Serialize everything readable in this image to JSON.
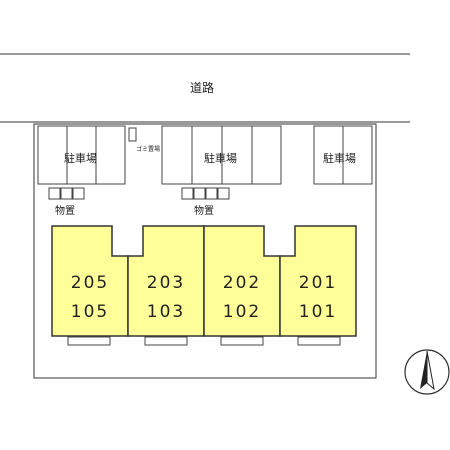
{
  "road": {
    "label": "道路"
  },
  "parking": [
    {
      "label": "駐車場"
    },
    {
      "label": "駐車場"
    },
    {
      "label": "駐車場"
    }
  ],
  "garbage": {
    "label": "ゴミ置場"
  },
  "storage": [
    {
      "label": "物置"
    },
    {
      "label": "物置"
    }
  ],
  "units": [
    {
      "upper": "205",
      "lower": "105"
    },
    {
      "upper": "203",
      "lower": "103"
    },
    {
      "upper": "202",
      "lower": "102"
    },
    {
      "upper": "201",
      "lower": "101"
    }
  ],
  "colors": {
    "unit_fill": "#ffff99",
    "line": "#333333",
    "background": "#ffffff"
  },
  "compass": {
    "icon": "north-arrow-icon"
  }
}
